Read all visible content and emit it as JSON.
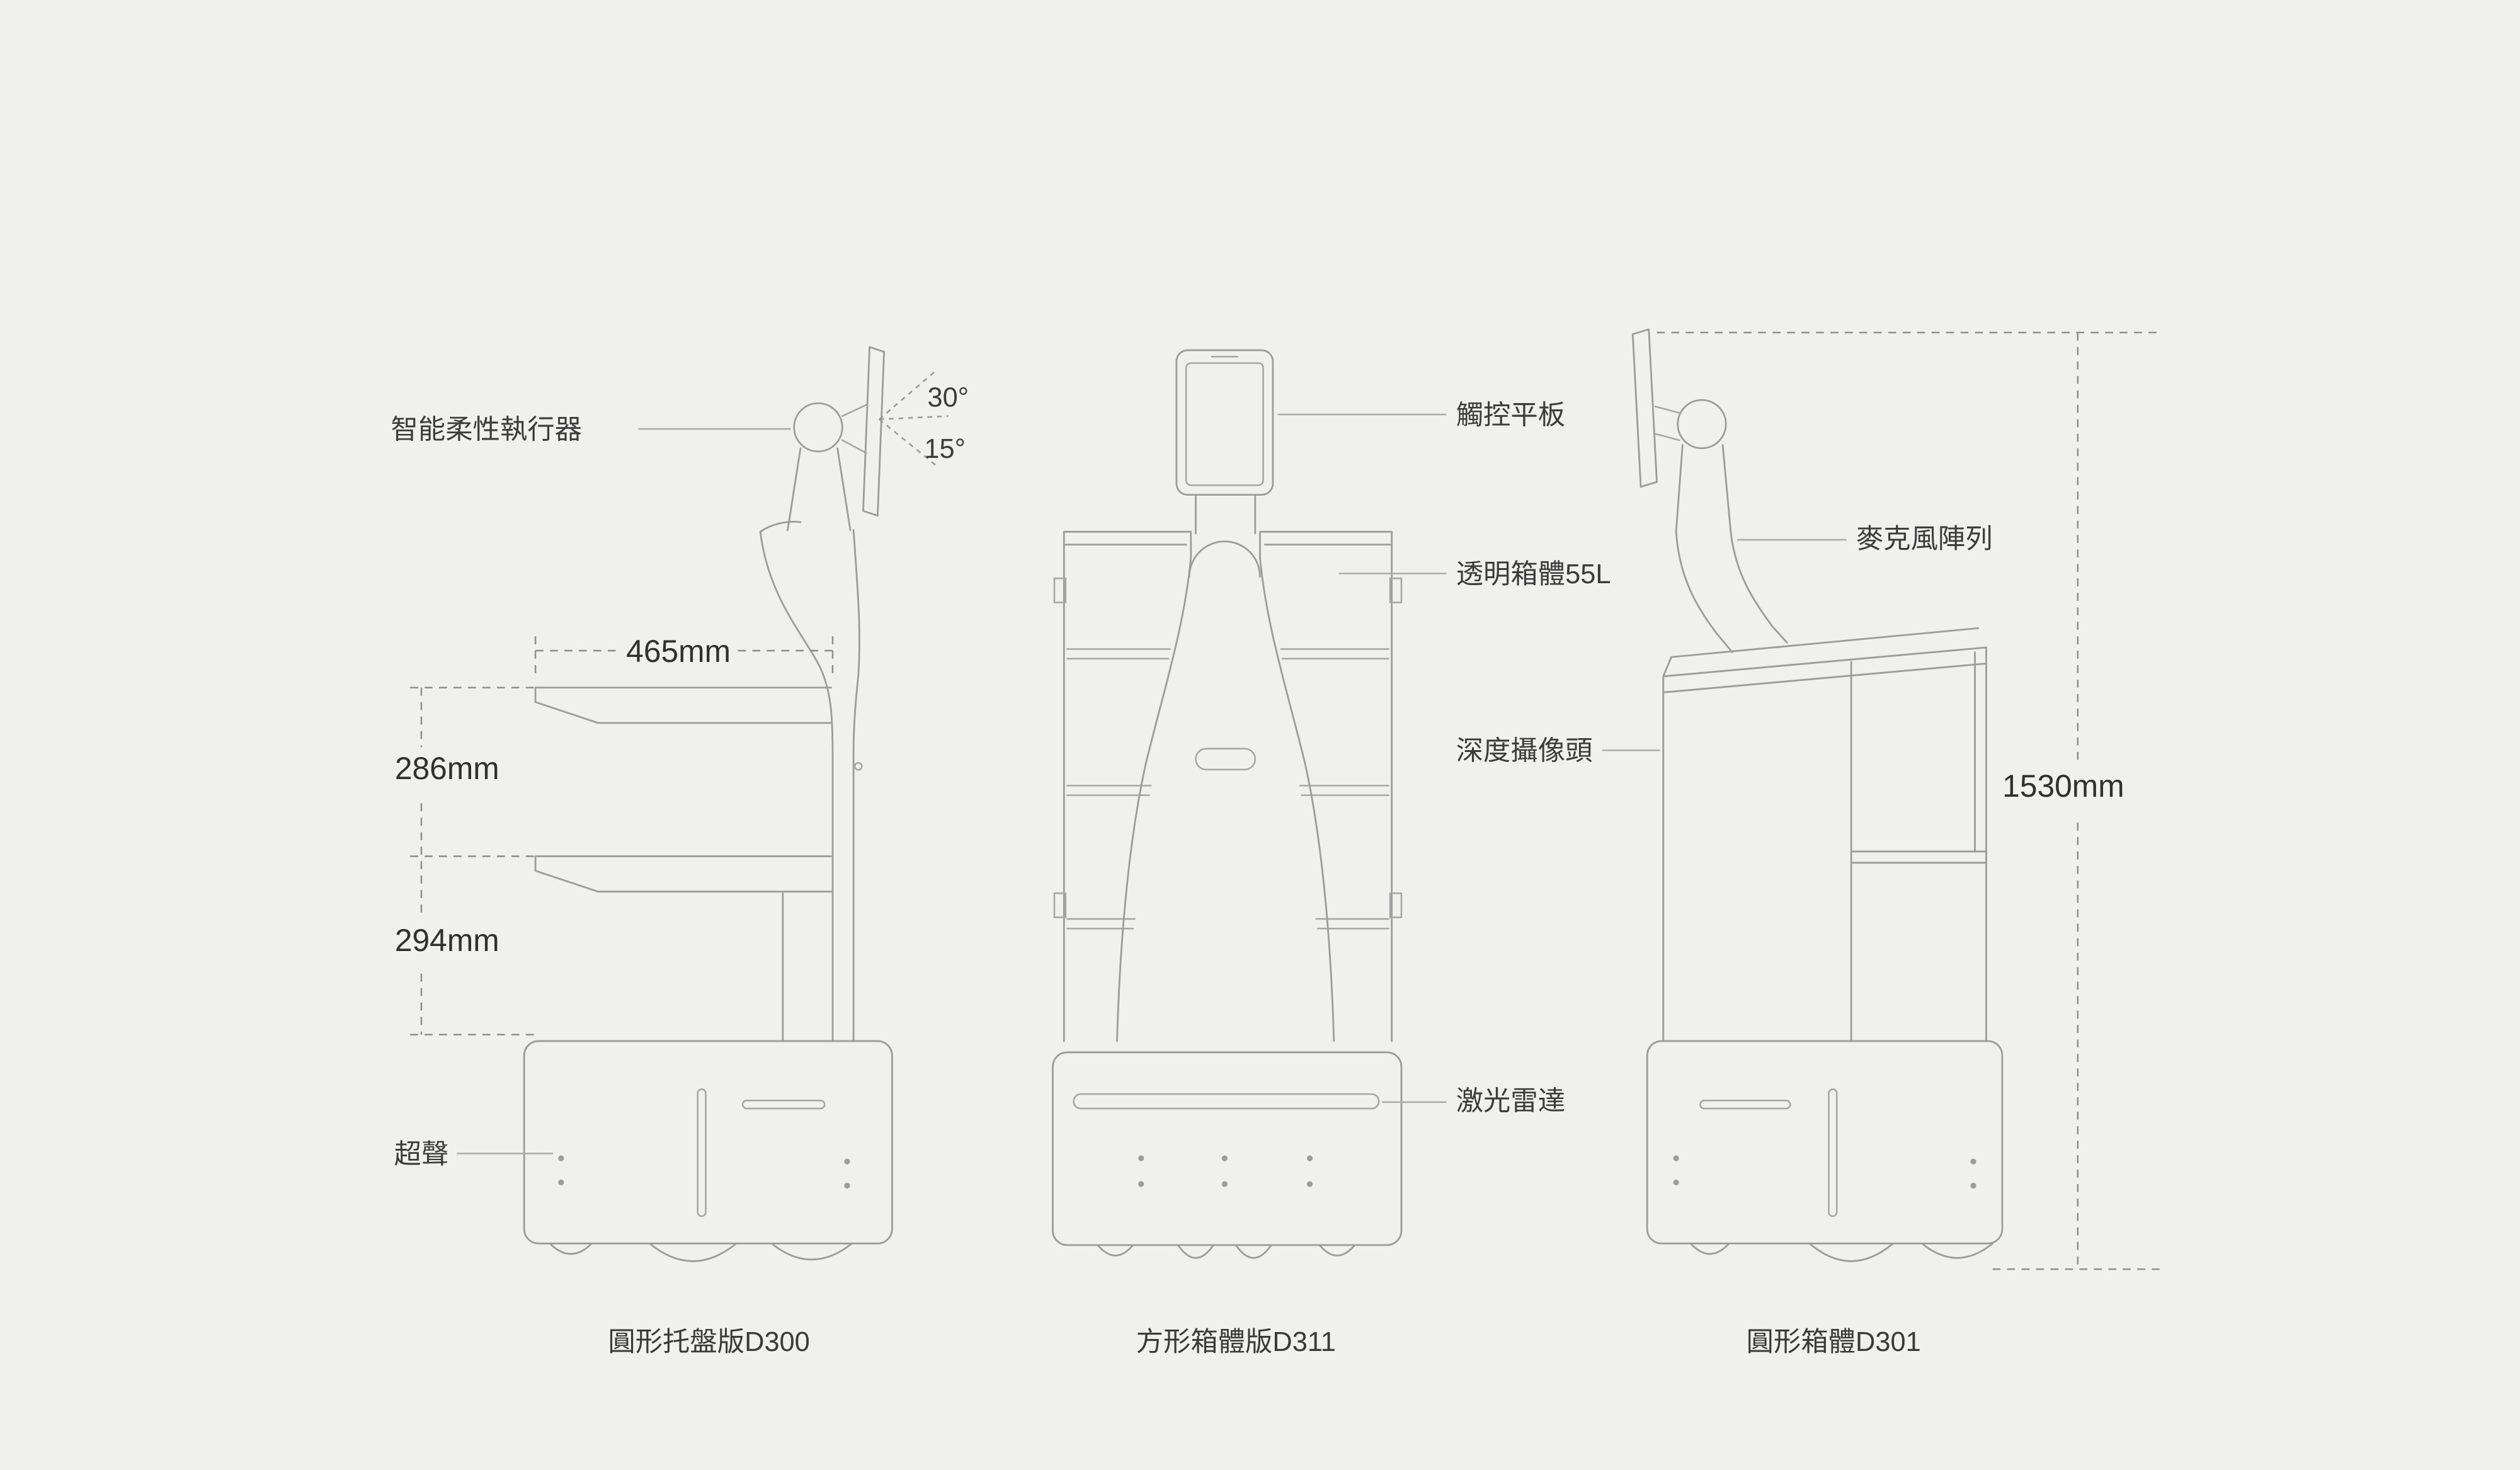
{
  "colors": {
    "background": "#f0f0ee",
    "line": "#9c9c9c",
    "text": "#3c3c3c"
  },
  "annotations": {
    "actuator": "智能柔性執行器",
    "angle_30": "30°",
    "angle_15": "15°",
    "dim_width": "465mm",
    "dim_gap_upper": "286mm",
    "dim_gap_lower": "294mm",
    "ultrasonic": "超聲",
    "tablet": "觸控平板",
    "transparent_box": "透明箱體55L",
    "depth_camera": "深度攝像頭",
    "lidar": "激光雷達",
    "mic_array": "麥克風陣列",
    "dim_height": "1530mm"
  },
  "captions": {
    "left": "圓形托盤版D300",
    "center": "方形箱體版D311",
    "right": "圓形箱體D301"
  }
}
